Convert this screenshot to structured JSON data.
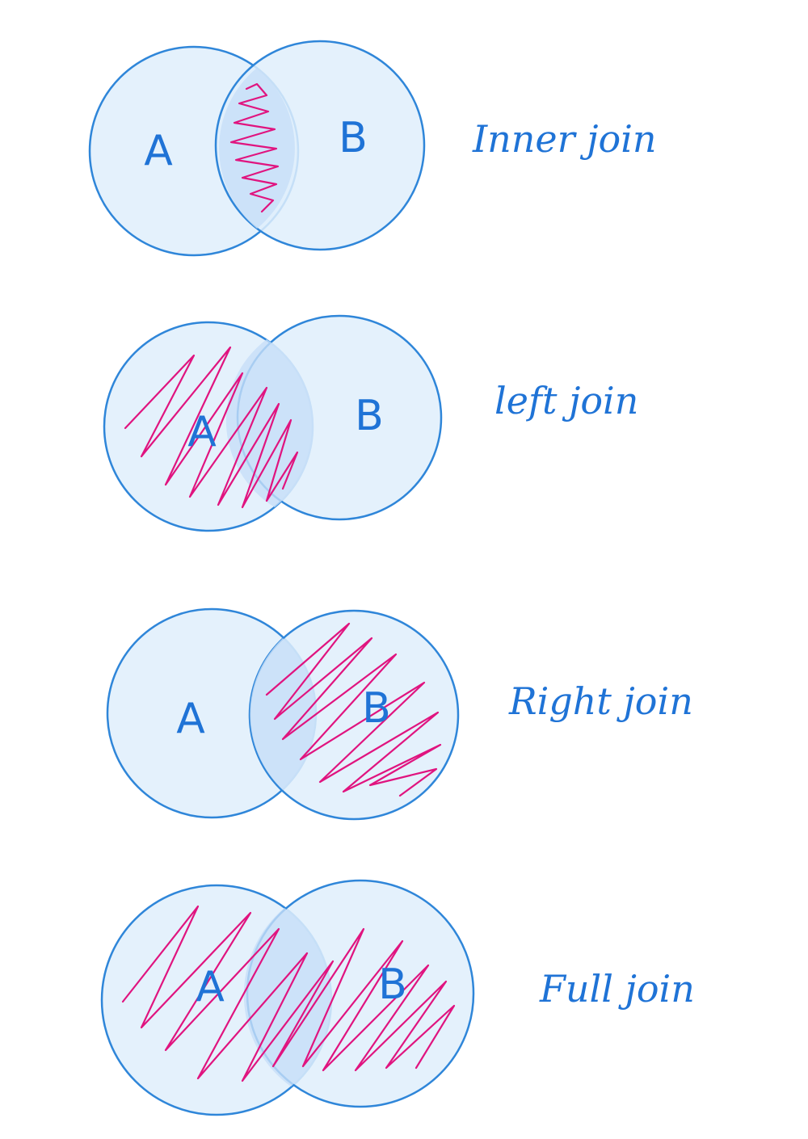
{
  "diagrams": [
    {
      "set_a": "A",
      "set_b": "B",
      "title": "Inner join",
      "shaded": "intersection"
    },
    {
      "set_a": "A",
      "set_b": "B",
      "title": "left join",
      "shaded": "left"
    },
    {
      "set_a": "A",
      "set_b": "B",
      "title": "Right join",
      "shaded": "right"
    },
    {
      "set_a": "A",
      "set_b": "B",
      "title": "Full join",
      "shaded": "full"
    }
  ],
  "colors": {
    "circle_fill": "#dfeefc",
    "circle_stroke": "#2f86d9",
    "lens_fill": "#c7def7",
    "scribble": "#e0147f",
    "text": "#1f73d6"
  }
}
